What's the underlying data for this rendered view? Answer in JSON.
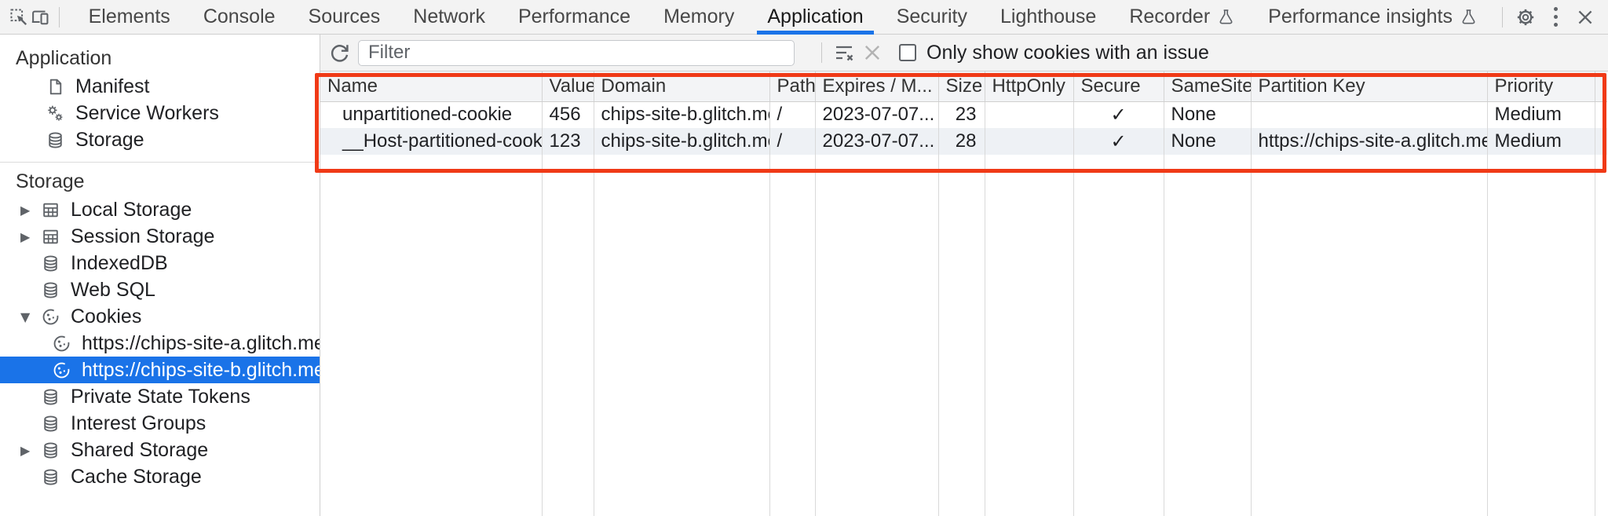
{
  "tabbar": {
    "tabs": [
      {
        "label": "Elements"
      },
      {
        "label": "Console"
      },
      {
        "label": "Sources"
      },
      {
        "label": "Network"
      },
      {
        "label": "Performance"
      },
      {
        "label": "Memory"
      },
      {
        "label": "Application",
        "active": true
      },
      {
        "label": "Security"
      },
      {
        "label": "Lighthouse"
      },
      {
        "label": "Recorder",
        "experimental": true
      },
      {
        "label": "Performance insights",
        "experimental": true
      }
    ],
    "icons": [
      "inspect-icon",
      "device-toolbar-icon",
      "flask-experiment-icon",
      "settings-gear-icon",
      "more-options-icon",
      "close-icon"
    ]
  },
  "sidebar": {
    "sections": [
      {
        "title": "Application",
        "items": [
          {
            "label": "Manifest",
            "icon": "document-icon"
          },
          {
            "label": "Service Workers",
            "icon": "service-workers-gears-icon"
          },
          {
            "label": "Storage",
            "icon": "database-icon"
          }
        ]
      },
      {
        "title": "Storage",
        "items": [
          {
            "label": "Local Storage",
            "icon": "table-icon",
            "expander": "collapsed"
          },
          {
            "label": "Session Storage",
            "icon": "table-icon",
            "expander": "collapsed"
          },
          {
            "label": "IndexedDB",
            "icon": "database-icon"
          },
          {
            "label": "Web SQL",
            "icon": "database-icon"
          },
          {
            "label": "Cookies",
            "icon": "cookie-icon",
            "expander": "expanded"
          },
          {
            "label": "https://chips-site-a.glitch.me",
            "icon": "cookie-icon",
            "child": true
          },
          {
            "label": "https://chips-site-b.glitch.me",
            "icon": "cookie-icon",
            "child": true,
            "selected": true
          },
          {
            "label": "Private State Tokens",
            "icon": "database-icon"
          },
          {
            "label": "Interest Groups",
            "icon": "database-icon"
          },
          {
            "label": "Shared Storage",
            "icon": "database-icon",
            "expander": "collapsed"
          },
          {
            "label": "Cache Storage",
            "icon": "database-icon"
          }
        ]
      }
    ],
    "expander_glyphs": {
      "collapsed": "▶",
      "expanded": "▼"
    }
  },
  "cookies_toolbar": {
    "filter_placeholder": "Filter",
    "checkbox_label": "Only show cookies with an issue",
    "checkbox_checked": false,
    "icons": [
      "reload-icon",
      "clear-filter-icon",
      "clear-icon"
    ]
  },
  "cookies_table": {
    "headers": [
      "Name",
      "Value",
      "Domain",
      "Path",
      "Expires / M...",
      "Size",
      "HttpOnly",
      "Secure",
      "SameSite",
      "Partition Key",
      "Priority"
    ],
    "rows": [
      {
        "cells": [
          "unpartitioned-cookie",
          "456",
          "chips-site-b.glitch.me",
          "/",
          "2023-07-07...",
          "23",
          "",
          "✓",
          "None",
          "",
          "Medium"
        ]
      },
      {
        "cells": [
          "__Host-partitioned-cookie",
          "123",
          "chips-site-b.glitch.me",
          "/",
          "2023-07-07...",
          "28",
          "",
          "✓",
          "None",
          "https://chips-site-a.glitch.me",
          "Medium"
        ]
      }
    ],
    "annotation": {
      "type": "highlight-box",
      "color": "#f03a17"
    }
  },
  "colors": {
    "accent_blue": "#1a73e8",
    "selected_row_bg": "#1a73e8",
    "annotation_red": "#f03a17",
    "toolbar_bg": "#f3f3f3",
    "alt_row_bg": "#eef1f5"
  }
}
